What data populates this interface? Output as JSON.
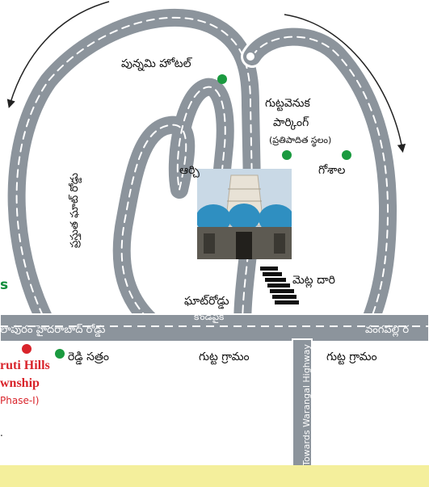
{
  "labels": {
    "punnami_hotel": "పున్నమి హోటల్",
    "gutta_venuka": "గుట్టవెనుక",
    "parking": "పార్కింగ్",
    "proposed_site": "(ప్రతిపాదిత స్థలం)",
    "arch": "ఆర్చి",
    "goshala": "గోశాల",
    "existing_ghat_road": "ప్రస్తుత ఘాట్ రోడ్డు",
    "steps_route": "మెట్ల దారి",
    "ghat_road": "ఘాట్‌రోడ్డు",
    "to_hilltop": "కొండపైకి",
    "main_road_left": "లాపురం హైదరాబాద్ రోడ్డు",
    "main_road_right": "వంగపల్లి ర",
    "reddy_satram": "రెడ్డి సత్రం",
    "gutta_gramam_1": "గుట్ట గ్రామం",
    "gutta_gramam_2": "గుట్ట గ్రామం",
    "highway": "Towards Warangal Highway",
    "edge_s": "s",
    "ruti_hills": "ruti Hills",
    "ownship": "wnship",
    "phase": "Phase-I)",
    "edge_dot": "."
  },
  "colors": {
    "road": "#8c949c",
    "road_edge": "#ffffff",
    "dash": "#ffffff",
    "poi": "#1a9a3f",
    "accent_red": "#d9242b",
    "strip": "#f4ef9c"
  },
  "icons": [
    "temple-photo",
    "steps-icon",
    "poi-dot",
    "direction-arrow"
  ]
}
